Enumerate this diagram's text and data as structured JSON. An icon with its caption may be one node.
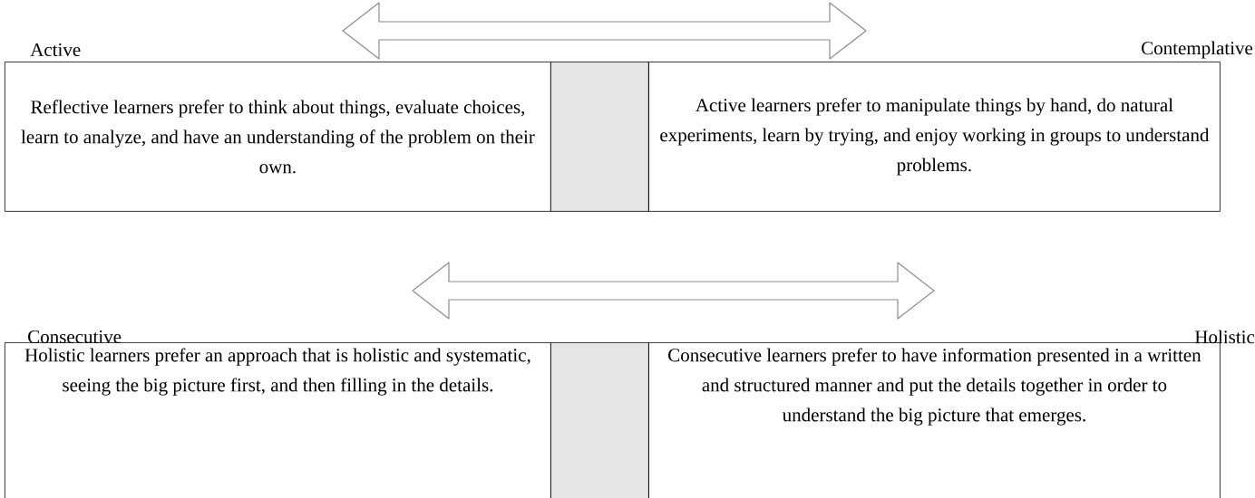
{
  "diagram": {
    "nodes": [
      {
        "text": [
          "Reflective learners prefer to think about things, evaluate choices, learn to analyze, and have an understanding of the problem on their own."
        ]
      },
      {
        "text": [],
        "shape": "box"
      },
      {
        "text": [
          "Active learners prefer to manipulate things by hand, do natural experiments, learn by trying, and enjoy working in groups to understand problems."
        ]
      },
      {
        "text": [
          "Holistic learners prefer an approach that is holistic and systematic, seeing the big picture first, and then filling in the details."
        ]
      },
      {
        "text": [],
        "shape": "box"
      },
      {
        "text": [
          "Consecutive learners prefer to have information presented in a written and structured manner and put the details together in order to understand the big picture that emerges."
        ]
      }
    ],
    "labels": [
      "Active",
      "Contemplative",
      "Consecutive",
      "Holistic"
    ]
  }
}
